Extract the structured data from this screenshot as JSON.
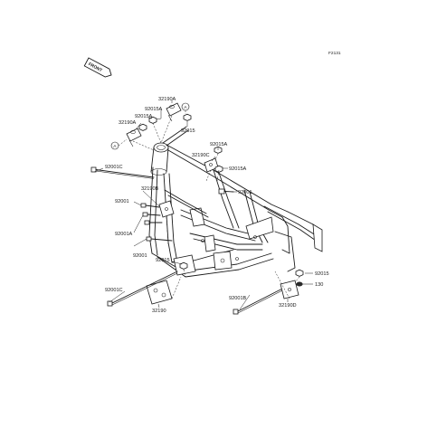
{
  "reference_code": "F2131",
  "front_badge": "FRONT",
  "view_marker": "A",
  "part_labels": [
    {
      "id": "32190A_top",
      "text": "32190A"
    },
    {
      "id": "92015A_1",
      "text": "92015A"
    },
    {
      "id": "92015A_2",
      "text": "92015A"
    },
    {
      "id": "32190A_left",
      "text": "32190A"
    },
    {
      "id": "92015_top",
      "text": "92015"
    },
    {
      "id": "92015A_right",
      "text": "92015A"
    },
    {
      "id": "32190C",
      "text": "32190C"
    },
    {
      "id": "92015A_right2",
      "text": "92015A"
    },
    {
      "id": "92001C_top",
      "text": "92001C"
    },
    {
      "id": "92001_right",
      "text": "92001"
    },
    {
      "id": "32190B",
      "text": "32190B"
    },
    {
      "id": "92001_left",
      "text": "92001"
    },
    {
      "id": "92001A",
      "text": "92001A"
    },
    {
      "id": "92001_lower",
      "text": "92001"
    },
    {
      "id": "92015_mid",
      "text": "92015"
    },
    {
      "id": "92015_right",
      "text": "92015"
    },
    {
      "id": "130",
      "text": "130"
    },
    {
      "id": "92001C_bottom",
      "text": "92001C"
    },
    {
      "id": "92001B",
      "text": "92001B"
    },
    {
      "id": "32190",
      "text": "32190"
    },
    {
      "id": "32190D",
      "text": "32190D"
    }
  ]
}
